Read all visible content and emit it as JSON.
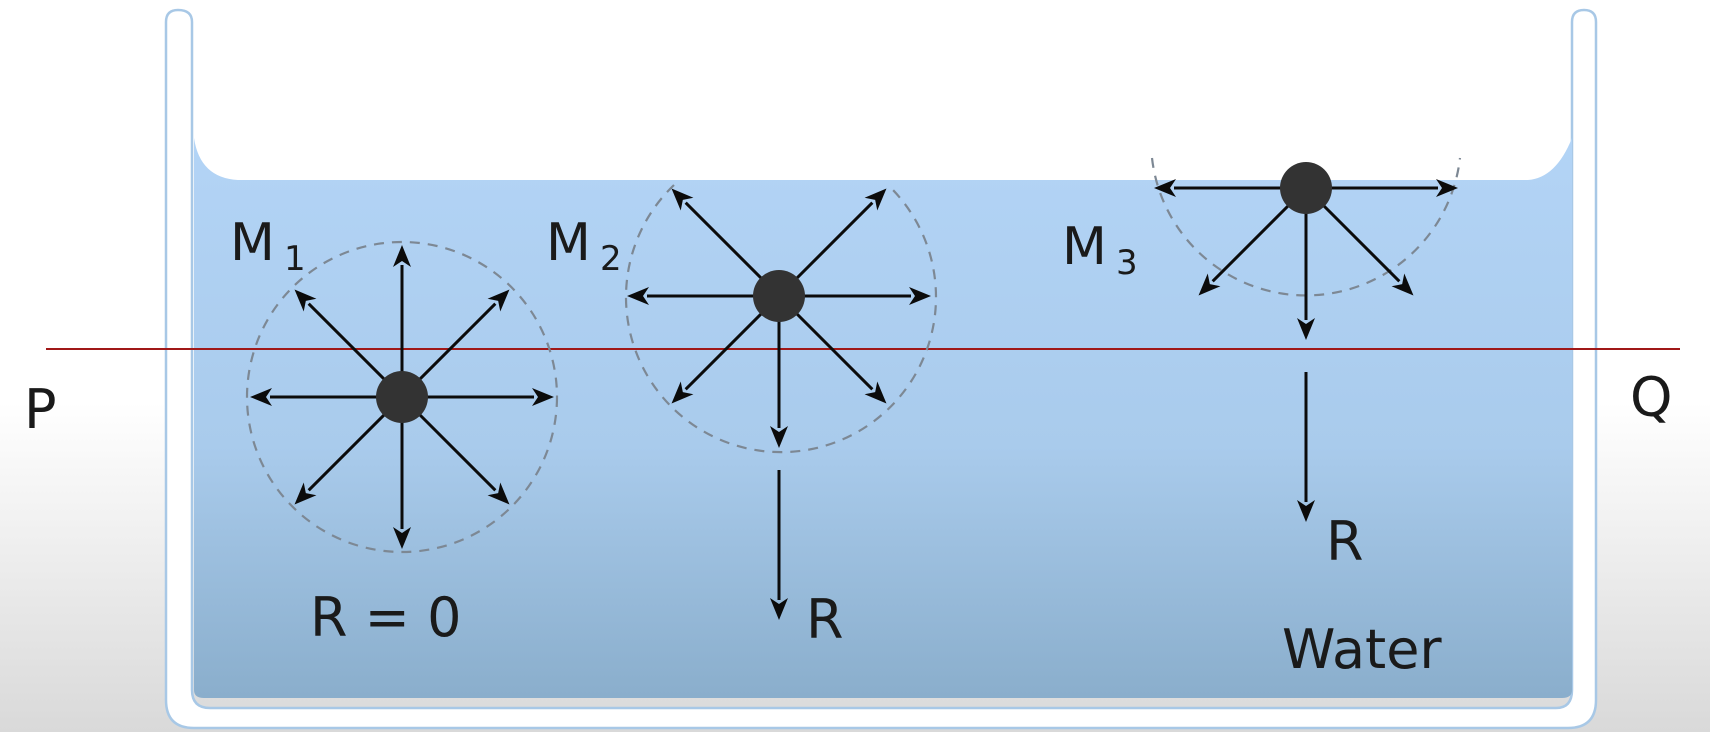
{
  "diagram": {
    "labels": {
      "p": "P",
      "q": "Q",
      "m1_letter": "M",
      "m1_sub": "1",
      "m2_letter": "M",
      "m2_sub": "2",
      "m3_letter": "M",
      "m3_sub": "3",
      "r_zero": "R = 0",
      "r_m2": "R",
      "r_m3": "R",
      "water": "Water"
    },
    "colors": {
      "water_top": "#b3d4f6",
      "water_bottom": "#8aaecc",
      "container_border": "#a8c8e6",
      "surface_line": "#a01818",
      "molecule": "#333333",
      "arrow": "#0b0b0b",
      "field_circle": "#7d8894"
    }
  }
}
